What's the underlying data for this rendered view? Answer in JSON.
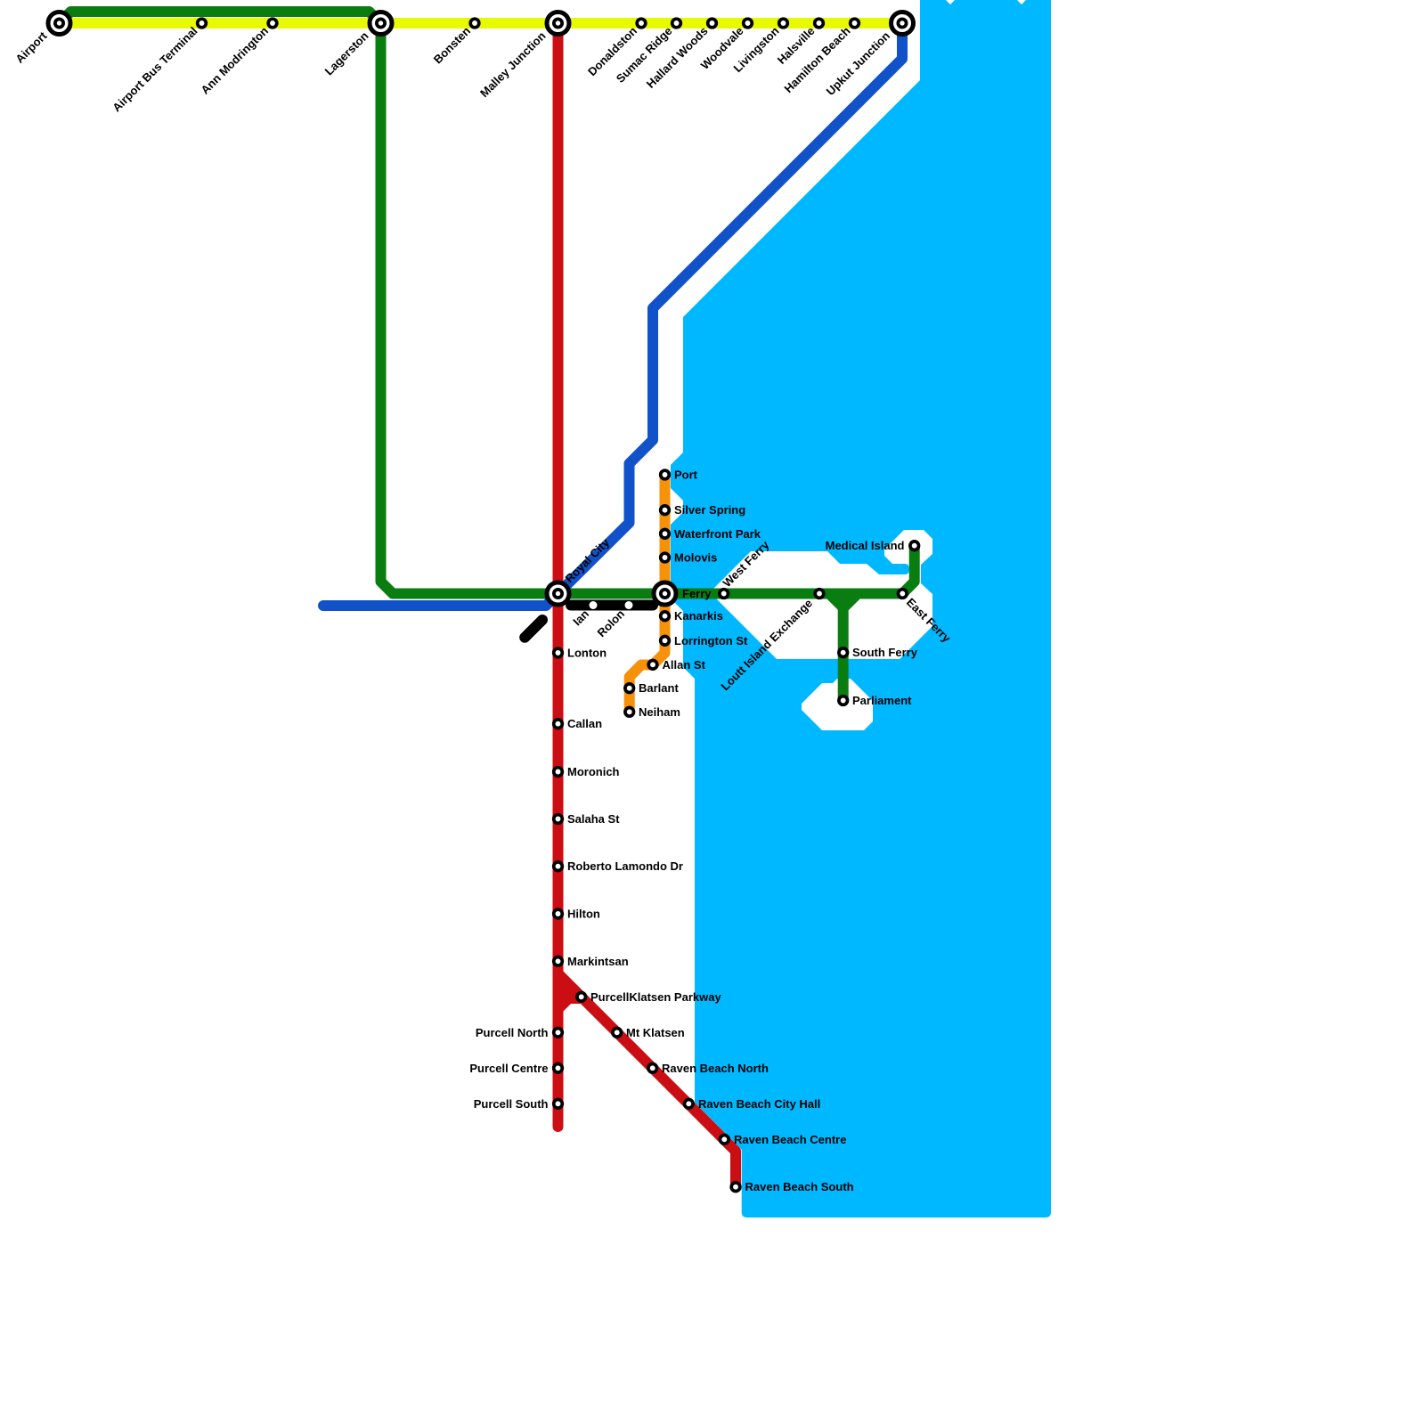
{
  "map": {
    "water_color": "#00B8FF",
    "land_color": "#FFFFFF"
  },
  "lines": {
    "yellow": {
      "color": "#E8FA00",
      "stations": [
        "airport",
        "airport_bus_terminal",
        "ann_modrington",
        "lagerston",
        "bonsten",
        "malley_junction",
        "donaldston",
        "sumac_ridge",
        "hallard_woods",
        "woodvale",
        "livingston",
        "halsville",
        "hamilton_beach",
        "upkut_junction"
      ]
    },
    "green": {
      "color": "#0A7D10",
      "stations": [
        "airport",
        "lagerston",
        "royal_city",
        "ferry",
        "west_ferry",
        "loutt_island_exchange",
        "east_ferry",
        "medical_island"
      ],
      "branch": [
        "loutt_island_exchange",
        "south_ferry",
        "parliament"
      ]
    },
    "red": {
      "color": "#CB0E13",
      "stations": [
        "malley_junction",
        "royal_city",
        "lonton",
        "callan",
        "moronich",
        "salaha_st",
        "roberto_lamondo_dr",
        "hilton",
        "markintsan",
        "purcell_north",
        "purcell_centre",
        "purcell_south"
      ],
      "branch": [
        "markintsan",
        "purcellklatsen_parkway",
        "mt_klatsen",
        "raven_beach_north",
        "raven_beach_city_hall",
        "raven_beach_centre",
        "raven_beach_south"
      ]
    },
    "blue": {
      "color": "#1152C9",
      "stations": [
        "upkut_junction",
        "royal_city"
      ]
    },
    "orange": {
      "color": "#F5920A",
      "stations": [
        "port",
        "silver_spring",
        "waterfront_park",
        "molovis",
        "ferry",
        "kanarkis",
        "lorrington_st",
        "allan_st",
        "barlant",
        "neiham"
      ]
    },
    "black": {
      "color": "#000000",
      "stations": [
        "royal_city",
        "ian",
        "rolon",
        "ferry"
      ]
    }
  },
  "stations": {
    "airport": {
      "name": "Airport",
      "interchange": true
    },
    "airport_bus_terminal": {
      "name": "Airport Bus Terminal"
    },
    "ann_modrington": {
      "name": "Ann Modrington"
    },
    "lagerston": {
      "name": "Lagerston",
      "interchange": true
    },
    "bonsten": {
      "name": "Bonsten"
    },
    "malley_junction": {
      "name": "Malley Junction",
      "interchange": true
    },
    "donaldston": {
      "name": "Donaldston"
    },
    "sumac_ridge": {
      "name": "Sumac Ridge"
    },
    "hallard_woods": {
      "name": "Hallard Woods"
    },
    "woodvale": {
      "name": "Woodvale"
    },
    "livingston": {
      "name": "Livingston"
    },
    "halsville": {
      "name": "Halsville"
    },
    "hamilton_beach": {
      "name": "Hamilton Beach"
    },
    "upkut_junction": {
      "name": "Upkut Junction",
      "interchange": true
    },
    "royal_city": {
      "name": "Royal City",
      "interchange": true
    },
    "ferry": {
      "name": "Ferry",
      "interchange": true
    },
    "west_ferry": {
      "name": "West Ferry"
    },
    "loutt_island_exchange": {
      "name": "Loutt Island Exchange"
    },
    "east_ferry": {
      "name": "East Ferry"
    },
    "medical_island": {
      "name": "Medical Island"
    },
    "south_ferry": {
      "name": "South Ferry"
    },
    "parliament": {
      "name": "Parliament"
    },
    "lonton": {
      "name": "Lonton"
    },
    "callan": {
      "name": "Callan"
    },
    "moronich": {
      "name": "Moronich"
    },
    "salaha_st": {
      "name": "Salaha St"
    },
    "roberto_lamondo_dr": {
      "name": "Roberto Lamondo Dr"
    },
    "hilton": {
      "name": "Hilton"
    },
    "markintsan": {
      "name": "Markintsan"
    },
    "purcell_north": {
      "name": "Purcell North"
    },
    "purcell_centre": {
      "name": "Purcell Centre"
    },
    "purcell_south": {
      "name": "Purcell South"
    },
    "purcellklatsen_parkway": {
      "name": "PurcellKlatsen Parkway"
    },
    "mt_klatsen": {
      "name": "Mt Klatsen"
    },
    "raven_beach_north": {
      "name": "Raven Beach North"
    },
    "raven_beach_city_hall": {
      "name": "Raven Beach City Hall"
    },
    "raven_beach_centre": {
      "name": "Raven Beach Centre"
    },
    "raven_beach_south": {
      "name": "Raven Beach South"
    },
    "port": {
      "name": "Port"
    },
    "silver_spring": {
      "name": "Silver Spring"
    },
    "waterfront_park": {
      "name": "Waterfront Park"
    },
    "molovis": {
      "name": "Molovis"
    },
    "kanarkis": {
      "name": "Kanarkis"
    },
    "lorrington_st": {
      "name": "Lorrington St"
    },
    "allan_st": {
      "name": "Allan St"
    },
    "barlant": {
      "name": "Barlant"
    },
    "neiham": {
      "name": "Neiham"
    },
    "ian": {
      "name": "Ian"
    },
    "rolon": {
      "name": "Rolon"
    }
  }
}
